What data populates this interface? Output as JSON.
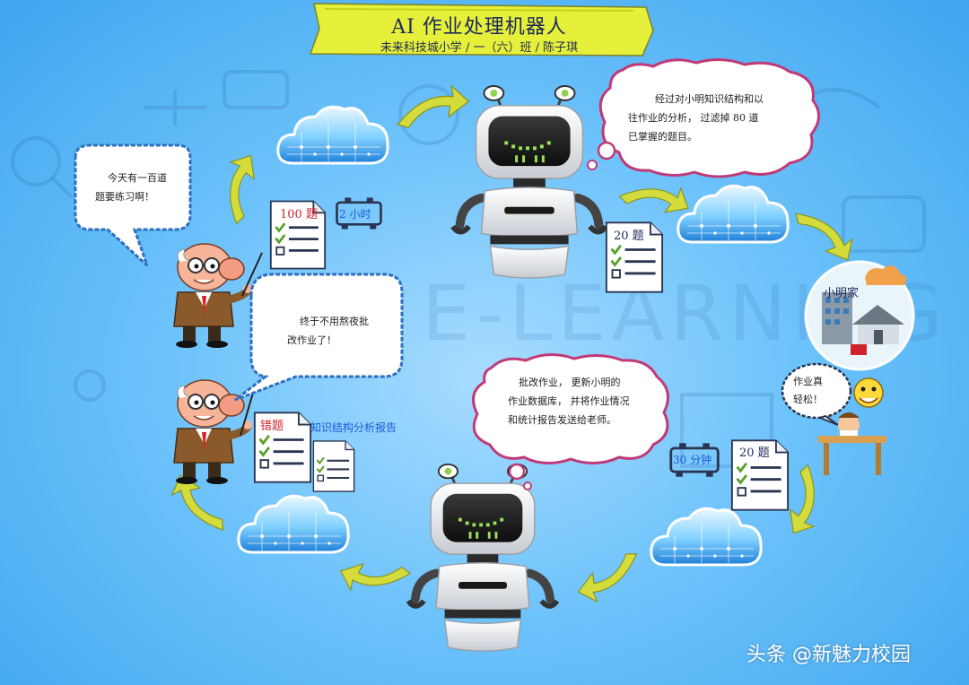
{
  "header": {
    "title": "AI 作业处理机器人",
    "subtitle": "未来科技城小学 / 一（六）班 / 陈子琪"
  },
  "bubbles": {
    "teacher_top": [
      "今天有一百道",
      "题要练习啊！"
    ],
    "teacher_bottom": [
      "终于不用熬夜批",
      "改作业了！"
    ],
    "robot_top": [
      "经过对小明知识结构和以",
      "往作业的分析， 过滤掉 80 道",
      "已掌握的题目。"
    ],
    "robot_bottom": [
      "批改作业， 更新小明的",
      "作业数据库， 并将作业情况",
      "和统计报告发送给老师。"
    ],
    "student": [
      "作业真",
      "轻松！"
    ]
  },
  "docs": {
    "doc_100": "100 题",
    "timer_2h": "2 小时",
    "doc_20_top": "20 题",
    "doc_20_bottom": "20 题",
    "timer_30m": "30 分钟",
    "doc_wrong": "错题",
    "report": "知识结构分析报告"
  },
  "home": {
    "label": "小明家"
  },
  "watermark": "头条 @新魅力校园",
  "colors": {
    "background": "#6ec3fb",
    "banner": "#e6ef3a",
    "arrow": "#d4dc3c",
    "bubble_border_pink": "#c03a78",
    "bubble_border_blue": "#2d6fc0",
    "red_text": "#d2232a",
    "blue_text": "#1d5bd6"
  }
}
